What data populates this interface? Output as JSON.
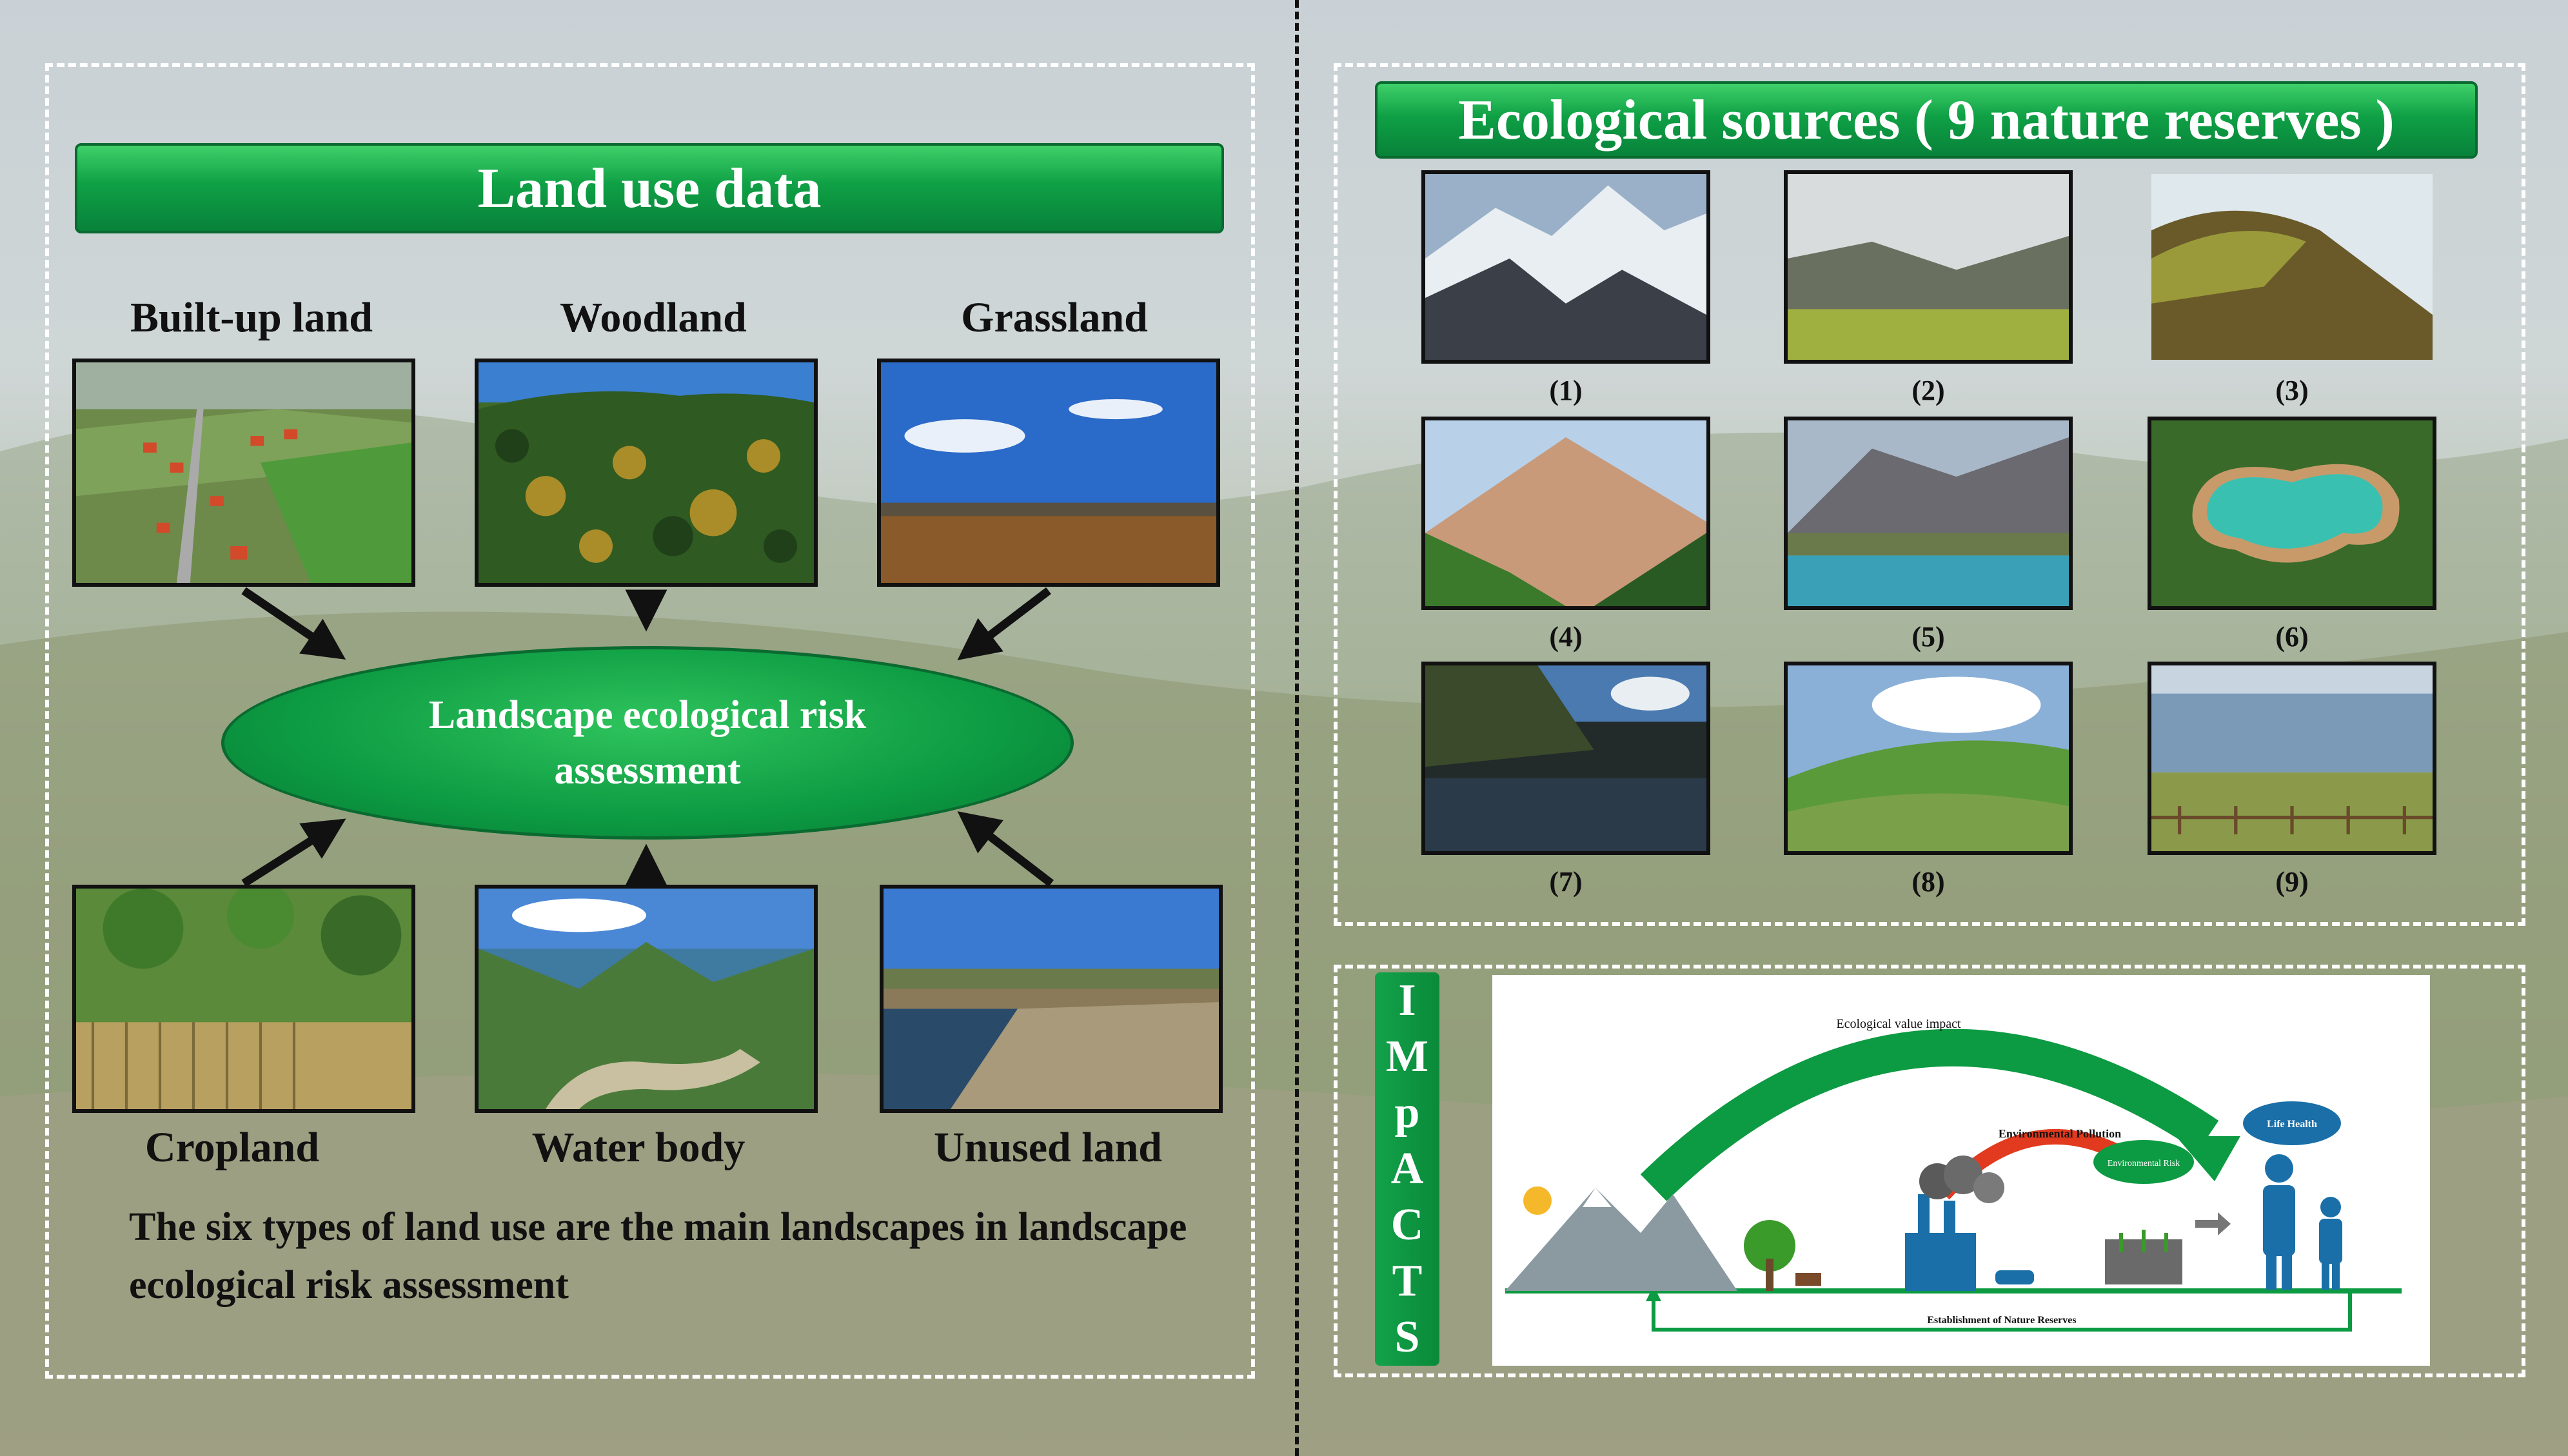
{
  "left_panel": {
    "banner": "Land use data",
    "center_node": "Landscape ecological risk assessment",
    "land_types_top": [
      {
        "label": "Built-up land",
        "icon": "village-aerial-photo"
      },
      {
        "label": "Woodland",
        "icon": "forest-photo"
      },
      {
        "label": "Grassland",
        "icon": "grassland-photo"
      }
    ],
    "land_types_bottom": [
      {
        "label": "Cropland",
        "icon": "cropland-photo"
      },
      {
        "label": "Water body",
        "icon": "river-valley-photo"
      },
      {
        "label": "Unused land",
        "icon": "bare-land-photo"
      }
    ],
    "caption": "The six types of land use are the main landscapes in landscape ecological risk assessment"
  },
  "right_panel": {
    "banner": "Ecological sources ( 9 nature reserves )",
    "reserves": [
      "(1)",
      "(2)",
      "(3)",
      "(4)",
      "(5)",
      "(6)",
      "(7)",
      "(8)",
      "(9)"
    ],
    "impacts_letters": [
      "I",
      "M",
      "p",
      "A",
      "C",
      "T",
      "S"
    ],
    "impact_diagram": {
      "ecological_value": "Ecological value impact",
      "environmental_pollution": "Environmental Pollution",
      "environmental_risk": "Environmental Risk",
      "life_health": "Life Health",
      "nature_reserves": "Establishment of Nature Reserves"
    }
  },
  "colors": {
    "banner_green": "#0fa045",
    "banner_border": "#0a6a30",
    "frame_dash": "#ffffff",
    "arrow": "#111111",
    "impact_red": "#e23a1e",
    "impact_blue": "#1a6fa8"
  }
}
